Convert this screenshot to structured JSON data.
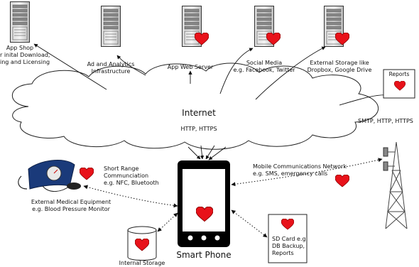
{
  "internet": {
    "title": "Internet",
    "protocols": "HTTP, HTTPS"
  },
  "servers": {
    "app_shop": [
      "App Shop",
      "r inital Download,",
      "ing and Licensing"
    ],
    "ad_analytics": [
      "Ad and Analytics",
      "Infrastructure"
    ],
    "app_web_server": [
      "App Web Server"
    ],
    "social_media": [
      "Social Media",
      "e.g. Facebook, Twitter"
    ],
    "external_storage": [
      "External Storage like",
      "Dropbox, Google Drive"
    ]
  },
  "reports": {
    "label": "Reports",
    "link_label": "SMTP, HTTP, HTTPS"
  },
  "short_range": [
    "Short Range",
    "Communciation",
    "e.g. NFC, Bluetooth"
  ],
  "medical": [
    "External Medical Equipment",
    "e.g. Blood Pressure Monitor"
  ],
  "mobile_network": [
    "Mobile Communications Network",
    "e.g. SMS, emergency calls"
  ],
  "phone": {
    "label": "Smart Phone"
  },
  "internal_storage": {
    "label": "Internal Storage"
  },
  "sd_card": [
    "SD Card e.g.",
    "DB Backup,",
    "Reports"
  ],
  "colors": {
    "heart": "#e8121a",
    "outline": "#222222",
    "cloud_fill": "#ffffff"
  }
}
